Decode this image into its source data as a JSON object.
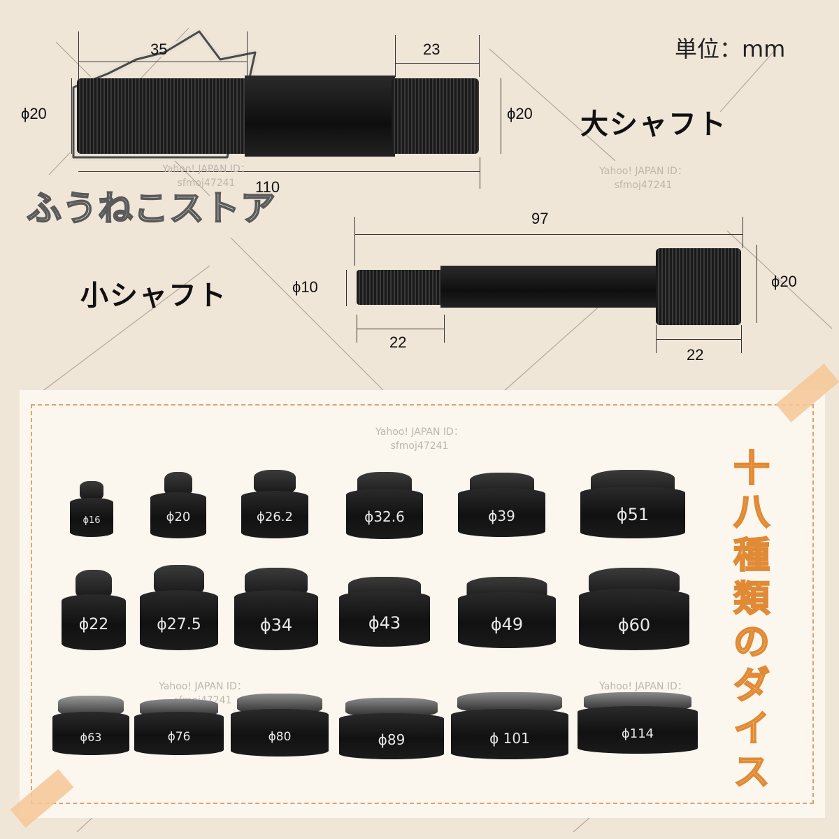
{
  "unit_label": "単位：mm",
  "large_shaft": {
    "title": "大シャフト",
    "dim_35": "35",
    "dim_23": "23",
    "dim_110": "110",
    "dia_left": "ϕ20",
    "dia_right": "ϕ20"
  },
  "small_shaft": {
    "title": "小シャフト",
    "dim_97": "97",
    "dia_left": "ϕ10",
    "dia_right": "ϕ20",
    "dim_22_left": "22",
    "dim_22_right": "22"
  },
  "store_logo": "ふうねこストア",
  "watermarks": [
    {
      "line1": "Yahoo! JAPAN ID：",
      "line2": "sfmoj47241"
    },
    {
      "line1": "Yahoo! JAPAN ID：",
      "line2": "sfmoj47241"
    },
    {
      "line1": "Yahoo! JAPAN ID：",
      "line2": "sfmoj47241"
    },
    {
      "line1": "Yahoo! JAPAN ID：",
      "line2": "sfmoj47241"
    },
    {
      "line1": "Yahoo! JAPAN ID：",
      "line2": "sfmoj47241"
    }
  ],
  "dies_caption": "十八種類のダイス",
  "dies": [
    "ϕ16",
    "ϕ20",
    "ϕ26.2",
    "ϕ32.6",
    "ϕ39",
    "ϕ51",
    "ϕ22",
    "ϕ27.5",
    "ϕ34",
    "ϕ43",
    "ϕ49",
    "ϕ60",
    "ϕ63",
    "ϕ76",
    "ϕ80",
    "ϕ89",
    "ϕ 101",
    "ϕ114"
  ],
  "colors": {
    "accent": "#f2b56b",
    "background": "#f0e6d8",
    "die": "#141414"
  }
}
